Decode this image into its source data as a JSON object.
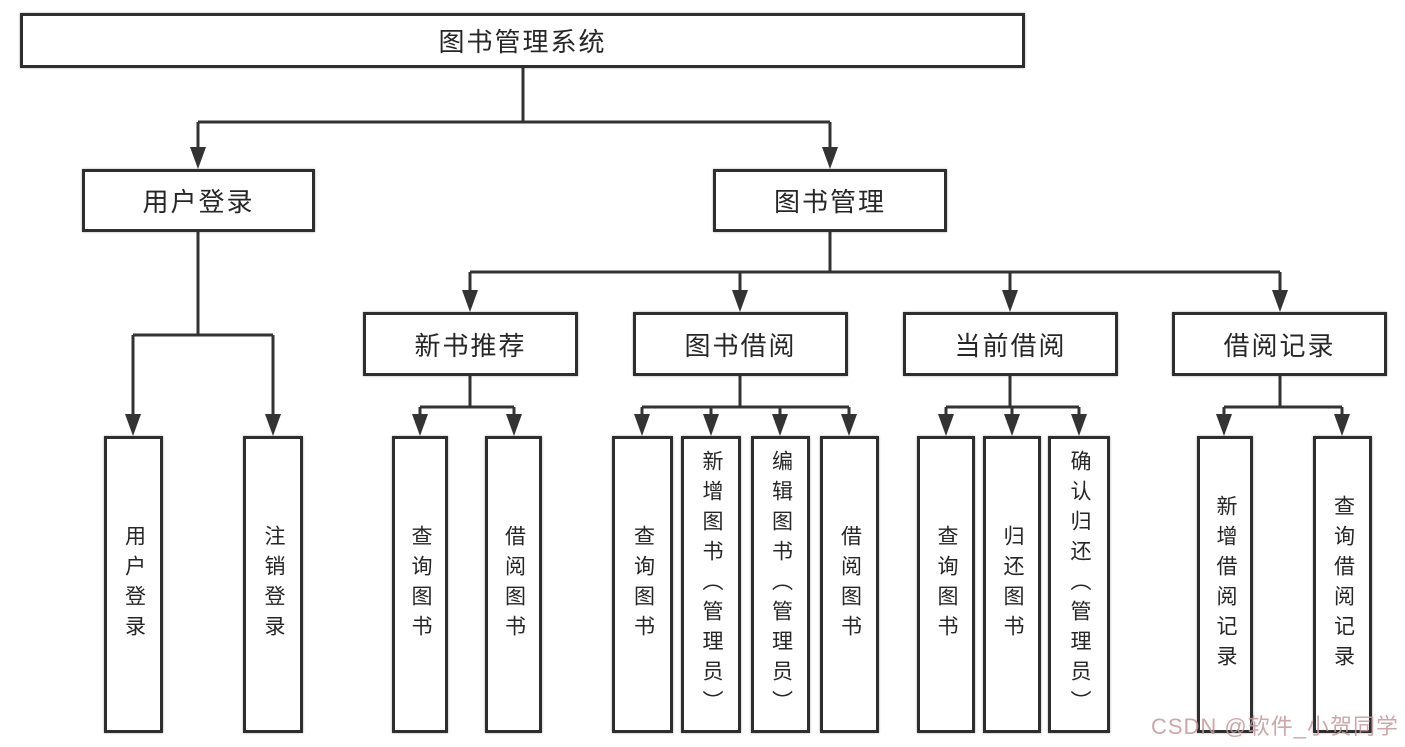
{
  "tree": {
    "label": "图书管理系统",
    "children": [
      {
        "label": "用户登录",
        "children": [
          {
            "label": "用户登录"
          },
          {
            "label": "注销登录"
          }
        ]
      },
      {
        "label": "图书管理",
        "children": [
          {
            "label": "新书推荐",
            "children": [
              {
                "label": "查询图书"
              },
              {
                "label": "借阅图书"
              }
            ]
          },
          {
            "label": "图书借阅",
            "children": [
              {
                "label": "查询图书"
              },
              {
                "label": "新增图书（管理员）"
              },
              {
                "label": "编辑图书（管理员）"
              },
              {
                "label": "借阅图书"
              }
            ]
          },
          {
            "label": "当前借阅",
            "children": [
              {
                "label": "查询图书"
              },
              {
                "label": "归还图书"
              },
              {
                "label": "确认归还（管理员）"
              }
            ]
          },
          {
            "label": "借阅记录",
            "children": [
              {
                "label": "新增借阅记录"
              },
              {
                "label": "查询借阅记录"
              }
            ]
          }
        ]
      }
    ]
  },
  "watermark": {
    "text": "CSDN @软件_小贺同学"
  },
  "colors": {
    "line": "#333333",
    "box_border": "#2e2e2e",
    "text": "#262626",
    "watermark": "#c49898",
    "background": "#ffffff"
  }
}
